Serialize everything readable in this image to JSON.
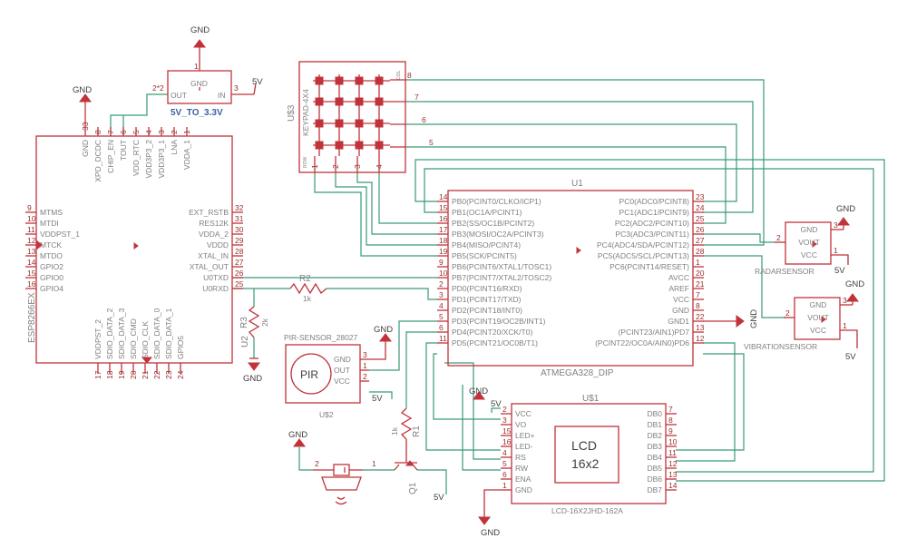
{
  "esp": {
    "name": "U2",
    "part": "ESP8266EX",
    "left_pins": [
      {
        "n": "9",
        "l": "MTMS"
      },
      {
        "n": "10",
        "l": "MTDI"
      },
      {
        "n": "11",
        "l": "VDDPST_1"
      },
      {
        "n": "12",
        "l": "MTCK"
      },
      {
        "n": "13",
        "l": "MTDO"
      },
      {
        "n": "14",
        "l": "GPIO2"
      },
      {
        "n": "15",
        "l": "GPIO0"
      },
      {
        "n": "16",
        "l": "GPIO4"
      }
    ],
    "right_pins": [
      {
        "n": "32",
        "l": "EXT_RSTB"
      },
      {
        "n": "31",
        "l": "RES12K"
      },
      {
        "n": "30",
        "l": "VDDA_2"
      },
      {
        "n": "29",
        "l": "VDDD"
      },
      {
        "n": "28",
        "l": "XTAL_IN"
      },
      {
        "n": "27",
        "l": "XTAL_OUT"
      },
      {
        "n": "26",
        "l": "U0TXD"
      },
      {
        "n": "25",
        "l": "U0RXD"
      }
    ],
    "top_pins": [
      {
        "n": "33",
        "l": "GND"
      },
      {
        "n": "8",
        "l": "XPD_DCDC"
      },
      {
        "n": "7",
        "l": "CHIP_EN"
      },
      {
        "n": "6",
        "l": "TOUT"
      },
      {
        "n": "5",
        "l": "VDD_RTC"
      },
      {
        "n": "4",
        "l": "VDD3P3_2"
      },
      {
        "n": "3",
        "l": "VDD3P3_1"
      },
      {
        "n": "2",
        "l": "LNA"
      },
      {
        "n": "1",
        "l": "VDDA_1"
      }
    ],
    "bottom_pins": [
      {
        "n": "17",
        "l": "VDDPST_2"
      },
      {
        "n": "18",
        "l": "SDIO_DATA_2"
      },
      {
        "n": "19",
        "l": "SDIO_DATA_3"
      },
      {
        "n": "20",
        "l": "SDIO_CMD"
      },
      {
        "n": "21",
        "l": "SDIO_CLK"
      },
      {
        "n": "22",
        "l": "SDIO_DATA_0"
      },
      {
        "n": "23",
        "l": "SDIO_DATA_1"
      },
      {
        "n": "24",
        "l": "GPIO5"
      }
    ]
  },
  "reg": {
    "pins": {
      "gnd": "GND",
      "out": "OUT",
      "in": "IN"
    },
    "nums": {
      "gnd": "1",
      "out": "2*2",
      "in": "3"
    },
    "value": "5V_TO_3.3V"
  },
  "keypad": {
    "name": "U$3",
    "part": "KEYPAD-4X4",
    "row_label": "ROW",
    "col_label": "COL",
    "bottom_pins": [
      "1",
      "2",
      "3",
      "4"
    ],
    "right_pins": [
      "8",
      "7",
      "6",
      "5"
    ]
  },
  "atmega": {
    "name": "U1",
    "part": "ATMEGA328_DIP",
    "left_pins": [
      {
        "n": "14",
        "l": "PB0(PCINT0/CLKO/ICP1)"
      },
      {
        "n": "15",
        "l": "PB1(OC1A/PCINT1)"
      },
      {
        "n": "16",
        "l": "PB2(SS/OC1B/PCINT2)"
      },
      {
        "n": "17",
        "l": "PB3(MOSI/OC2A/PCINT3)"
      },
      {
        "n": "18",
        "l": "PB4(MISO/PCINT4)"
      },
      {
        "n": "19",
        "l": "PB5(SCK/PCINT5)"
      },
      {
        "n": "9",
        "l": "PB6(PCINT6/XTAL1/TOSC1)"
      },
      {
        "n": "10",
        "l": "PB7(PCINT7/XTAL2/TOSC2)"
      },
      {
        "n": "2",
        "l": "PD0(PCINT16/RXD)"
      },
      {
        "n": "3",
        "l": "PD1(PCINT17/TXD)"
      },
      {
        "n": "4",
        "l": "PD2(PCINT18/INT0)"
      },
      {
        "n": "5",
        "l": "PD3(PCINT19/OC2B/INT1)"
      },
      {
        "n": "6",
        "l": "PD4(PCINT20/XCK/T0)"
      },
      {
        "n": "11",
        "l": "PD5(PCINT21/OC0B/T1)"
      }
    ],
    "right_pins": [
      {
        "n": "23",
        "l": "PC0(ADC0/PCINT8)"
      },
      {
        "n": "24",
        "l": "PC1(ADC1/PCINT9)"
      },
      {
        "n": "25",
        "l": "PC2(ADC2/PCINT10)"
      },
      {
        "n": "26",
        "l": "PC3(ADC3/PCINT11)"
      },
      {
        "n": "27",
        "l": "PC4(ADC4/SDA/PCINT12)"
      },
      {
        "n": "28",
        "l": "PC5(ADC5/SCL/PCINT13)"
      },
      {
        "n": "1",
        "l": "PC6(PCINT14/RESET)"
      },
      {
        "n": "20",
        "l": "AVCC"
      },
      {
        "n": "21",
        "l": "AREF"
      },
      {
        "n": "7",
        "l": "VCC"
      },
      {
        "n": "8",
        "l": "GND"
      },
      {
        "n": "22",
        "l": "GND1"
      },
      {
        "n": "13",
        "l": "(PCINT23/AIN1)PD7"
      },
      {
        "n": "12",
        "l": "(PCINT22/OC0A/AIN0)PD6"
      }
    ]
  },
  "lcd": {
    "name": "U$1",
    "part": "LCD-16X2JHD-162A",
    "display": [
      "LCD",
      "16x2"
    ],
    "left_pins": [
      {
        "n": "2",
        "l": "VCC"
      },
      {
        "n": "3",
        "l": "VO"
      },
      {
        "n": "15",
        "l": "LED+"
      },
      {
        "n": "16",
        "l": "LED-"
      },
      {
        "n": "4",
        "l": "RS"
      },
      {
        "n": "5",
        "l": "RW"
      },
      {
        "n": "6",
        "l": "ENA"
      },
      {
        "n": "1",
        "l": "GND"
      }
    ],
    "right_pins": [
      {
        "n": "7",
        "l": "DB0"
      },
      {
        "n": "8",
        "l": "DB1"
      },
      {
        "n": "9",
        "l": "DB2"
      },
      {
        "n": "10",
        "l": "DB3"
      },
      {
        "n": "11",
        "l": "DB4"
      },
      {
        "n": "12",
        "l": "DB5"
      },
      {
        "n": "13",
        "l": "DB6"
      },
      {
        "n": "14",
        "l": "DB7"
      }
    ]
  },
  "pir": {
    "name": "U$2",
    "part": "PIR-SENSOR_28027",
    "symbol": "PIR",
    "pins": [
      {
        "n": "3",
        "l": "GND"
      },
      {
        "n": "1",
        "l": "OUT"
      },
      {
        "n": "2",
        "l": "VCC"
      }
    ]
  },
  "radar": {
    "name": "RADARSENSOR",
    "pins": [
      {
        "n": "3",
        "l": "GND"
      },
      {
        "n": "2",
        "l": "VOUT"
      },
      {
        "n": "1",
        "l": "VCC"
      }
    ]
  },
  "vib": {
    "name": "VIBRATIONSENSOR",
    "pins": [
      {
        "n": "3",
        "l": "GND"
      },
      {
        "n": "2",
        "l": "VOUT"
      },
      {
        "n": "1",
        "l": "VCC"
      }
    ]
  },
  "r2": {
    "name": "R2",
    "value": "1k"
  },
  "r3": {
    "name": "R3",
    "value": "2k"
  },
  "r1": {
    "name": "R1",
    "value": "1k"
  },
  "q1": {
    "name": "Q1"
  },
  "buzzer": {
    "pin_a": "2",
    "pin_b": "1"
  },
  "labels": {
    "gnd": "GND",
    "v5": "5V"
  }
}
